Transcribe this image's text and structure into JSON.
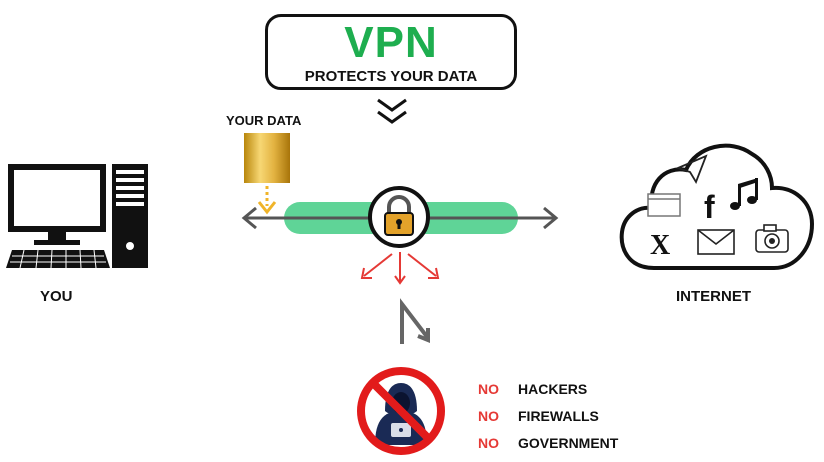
{
  "header": {
    "title": "VPN",
    "subtitle": "PROTECTS YOUR DATA"
  },
  "labels": {
    "your_data": "YOUR DATA",
    "you": "YOU",
    "internet": "INTERNET"
  },
  "blocked": {
    "prefix": "NO",
    "items": [
      "HACKERS",
      "FIREWALLS",
      "GOVERNMENT"
    ]
  },
  "colors": {
    "vpn_green": "#1eae4f",
    "tunnel_green": "#5fd497",
    "warning_red": "#e53935",
    "lock_gold": "#e3a22a",
    "prohibit_red": "#e21b1b",
    "data_gold": "#d9a520"
  },
  "icons": {
    "computer": "desktop-computer-icon",
    "cloud": "cloud-icon",
    "lock": "padlock-icon",
    "data": "gold-cylinder-icon",
    "hacker": "hacker-prohibited-icon",
    "social_x": "x-logo-icon",
    "social_f": "facebook-logo-icon"
  }
}
